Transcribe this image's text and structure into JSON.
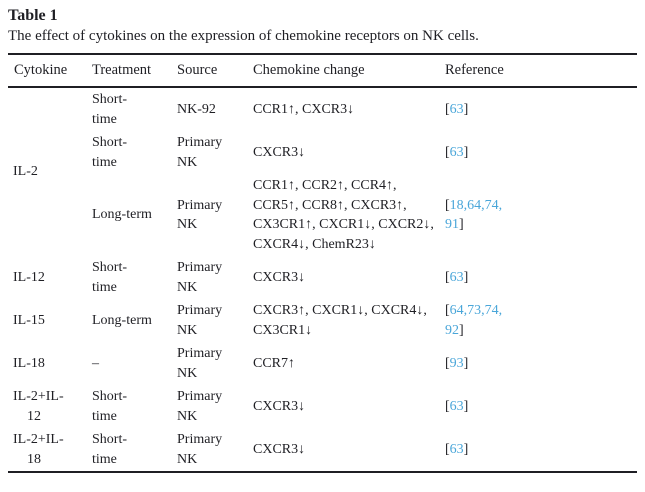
{
  "theme": {
    "text_color": "#1f1f24",
    "link_color": "#4aa6d9",
    "background_color": "#ffffff"
  },
  "table_label": "Table 1",
  "caption": "The effect of cytokines on the expression of chemokine receptors on NK cells.",
  "columns": [
    "Cytokine",
    "Treatment",
    "Source",
    "Chemokine change",
    "Reference"
  ],
  "rows": [
    {
      "cytokine": "IL-2",
      "cytokine_rowspan": 3,
      "treatment": "Short-\ntime",
      "source": "NK-92",
      "chemokine_change": "CCR1↑, CXCR3↓",
      "reference": {
        "numbers": [
          "63"
        ]
      }
    },
    {
      "treatment": "Short-\ntime",
      "source": "Primary\nNK",
      "chemokine_change": "CXCR3↓",
      "reference": {
        "numbers": [
          "63"
        ]
      }
    },
    {
      "treatment": "Long-term",
      "source": "Primary\nNK",
      "chemokine_change": "CCR1↑, CCR2↑, CCR4↑,\nCCR5↑, CCR8↑, CXCR3↑,\nCX3CR1↑, CXCR1↓, CXCR2↓,\nCXCR4↓, ChemR23↓",
      "reference": {
        "numbers": [
          "18",
          "64",
          "74",
          "91"
        ],
        "wrap_after": 3
      }
    },
    {
      "cytokine": "IL-12",
      "treatment": "Short-\ntime",
      "source": "Primary\nNK",
      "chemokine_change": "CXCR3↓",
      "reference": {
        "numbers": [
          "63"
        ]
      }
    },
    {
      "cytokine": "IL-15",
      "treatment": "Long-term",
      "source": "Primary\nNK",
      "chemokine_change": "CXCR3↑, CXCR1↓, CXCR4↓,\nCX3CR1↓",
      "reference": {
        "numbers": [
          "64",
          "73",
          "74",
          "92"
        ],
        "wrap_after": 3
      }
    },
    {
      "cytokine": "IL-18",
      "treatment": "–",
      "source": "Primary\nNK",
      "chemokine_change": "CCR7↑",
      "reference": {
        "numbers": [
          "93"
        ]
      }
    },
    {
      "cytokine": "IL-2+IL-\n12",
      "treatment": "Short-\ntime",
      "source": "Primary\nNK",
      "chemokine_change": "CXCR3↓",
      "reference": {
        "numbers": [
          "63"
        ]
      }
    },
    {
      "cytokine": "IL-2+IL-\n18",
      "treatment": "Short-\ntime",
      "source": "Primary\nNK",
      "chemokine_change": "CXCR3↓",
      "reference": {
        "numbers": [
          "63"
        ]
      }
    }
  ]
}
